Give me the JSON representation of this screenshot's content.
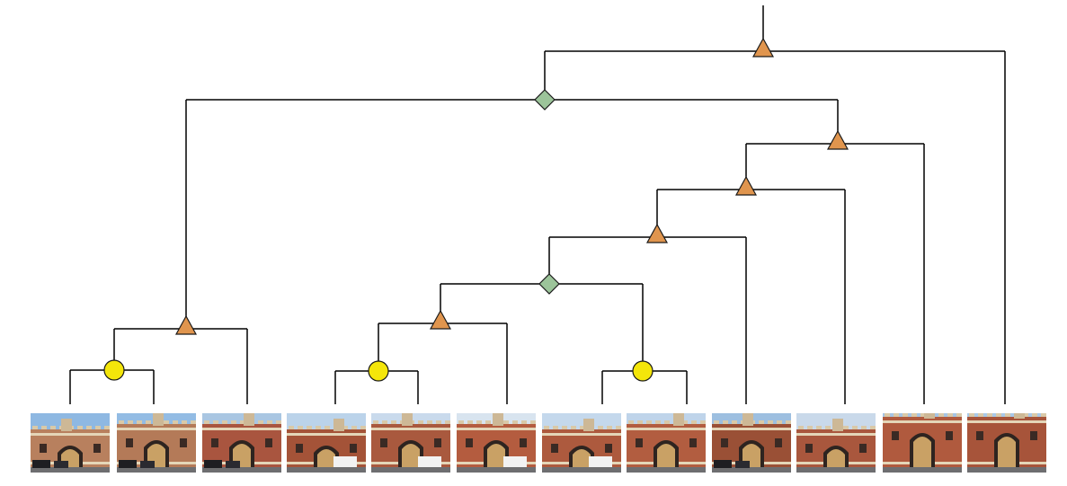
{
  "node_styles": {
    "triangle": {
      "fill": "#E0954E",
      "stroke": "#1a1a1a"
    },
    "diamond": {
      "fill": "#9CC49A",
      "stroke": "#1a1a1a"
    },
    "circle": {
      "fill": "#F4E60A",
      "stroke": "#1a1a1a"
    }
  },
  "line_color": "#000000",
  "tree": {
    "type": "triangle",
    "name": "root",
    "children": [
      {
        "type": "diamond",
        "name": "a",
        "children": [
          {
            "type": "triangle",
            "name": "a1",
            "children": [
              {
                "type": "circle",
                "name": "a1c",
                "children": [
                  {
                    "leaf": 0
                  },
                  {
                    "leaf": 1
                  }
                ]
              },
              {
                "leaf": 2
              }
            ]
          },
          {
            "type": "triangle",
            "name": "b",
            "children": [
              {
                "type": "triangle",
                "name": "b1",
                "children": [
                  {
                    "type": "triangle",
                    "name": "b2",
                    "children": [
                      {
                        "type": "diamond",
                        "name": "b3",
                        "children": [
                          {
                            "type": "triangle",
                            "name": "b4",
                            "children": [
                              {
                                "type": "circle",
                                "name": "b4c",
                                "children": [
                                  {
                                    "leaf": 3
                                  },
                                  {
                                    "leaf": 4
                                  }
                                ]
                              },
                              {
                                "leaf": 5
                              }
                            ]
                          },
                          {
                            "type": "circle",
                            "name": "b5c",
                            "children": [
                              {
                                "leaf": 6
                              },
                              {
                                "leaf": 7
                              }
                            ]
                          }
                        ]
                      },
                      {
                        "leaf": 8
                      }
                    ]
                  },
                  {
                    "leaf": 9
                  }
                ]
              },
              {
                "leaf": 10
              }
            ]
          }
        ]
      },
      {
        "leaf": 11
      }
    ]
  },
  "photos": [
    {
      "subject": "castle-facade-street-wide",
      "sky": "#8EB8E2",
      "wall": "#B8805E"
    },
    {
      "subject": "castle-facade-street-wide",
      "sky": "#93BCE4",
      "wall": "#B47A58"
    },
    {
      "subject": "castle-gate-arch",
      "sky": "#A9C6E2",
      "wall": "#A9553F"
    },
    {
      "subject": "castle-gate-with-van",
      "sky": "#BBD3EA",
      "wall": "#A45338"
    },
    {
      "subject": "castle-gate-with-van",
      "sky": "#C9DAEC",
      "wall": "#A9593E"
    },
    {
      "subject": "castle-gate-closeup",
      "sky": "#D8E4EF",
      "wall": "#B45C3F"
    },
    {
      "subject": "castle-gate-closeup",
      "sky": "#C4D8EC",
      "wall": "#AD5A3E"
    },
    {
      "subject": "castle-gate-closeup",
      "sky": "#BFD4EA",
      "wall": "#B25D40"
    },
    {
      "subject": "castle-gate-dark-cars",
      "sky": "#9DBFE0",
      "wall": "#9A5036"
    },
    {
      "subject": "castle-tower-rose-window",
      "sky": "#C9D9EA",
      "wall": "#A9573D"
    },
    {
      "subject": "castle-arch-detail",
      "sky": "#A5C4E4",
      "wall": "#B05A3E"
    },
    {
      "subject": "castle-corner-tower",
      "sky": "#A8C8E8",
      "wall": "#A7543A"
    }
  ]
}
